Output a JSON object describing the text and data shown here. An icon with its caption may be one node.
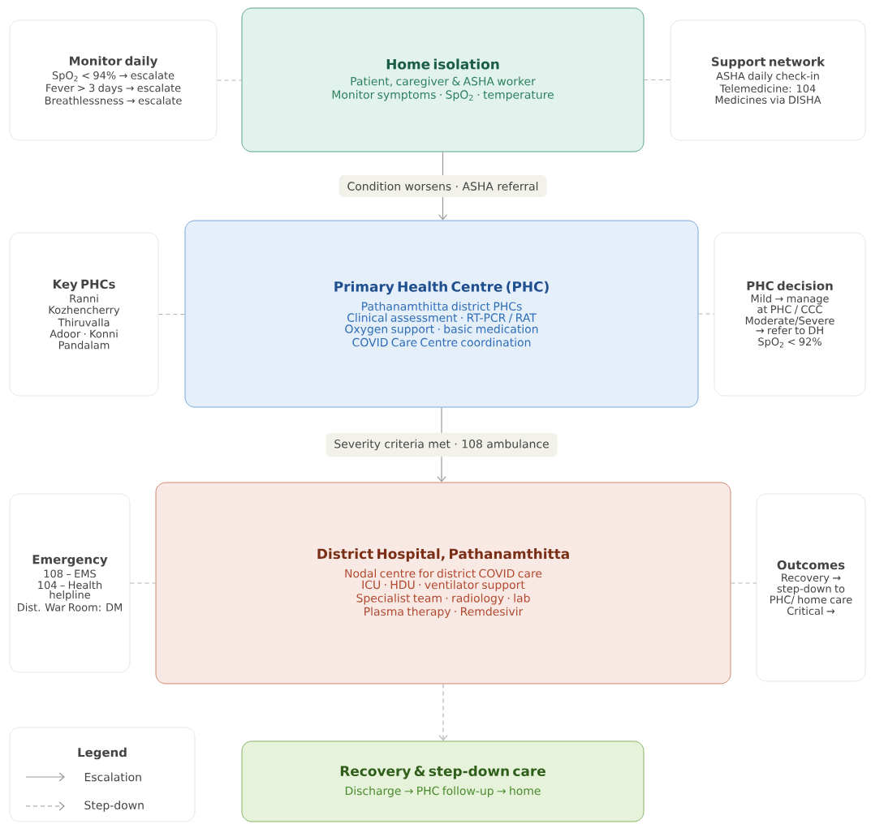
{
  "diagram": {
    "nodes": [
      {
        "text": [
          "Monitor daily",
          "SpO$_{2}$ < 94% → escalate",
          "Fever > 3 days → escalate",
          "Breathlessness → escalate"
        ]
      },
      {
        "text": [
          "Home isolation",
          "Patient, caregiver & ASHA worker",
          "Monitor symptoms · SpO$_{2}$ · temperature"
        ]
      },
      {
        "text": [
          "Support network",
          "ASHA daily check-in",
          "Telemedicine: 104",
          "Medicines via DISHA"
        ]
      },
      {
        "text": [
          "Key PHCs",
          "Ranni",
          "Kozhencherry",
          "Thiruvalla",
          "Adoor · Konni",
          "Pandalam"
        ]
      },
      {
        "text": [
          "Primary Health Centre (PHC)",
          "Pathanamthitta district PHCs",
          "Clinical assessment · RT-PCR / RAT",
          "Oxygen support · basic medication",
          "COVID Care Centre coordination"
        ]
      },
      {
        "text": [
          "PHC decision",
          "Mild → manage at PHC / CCC",
          "Moderate/Severe → refer to DH",
          "SpO$_{2}$ < 92%"
        ]
      },
      {
        "text": [
          "Emergency",
          "108 – EMS",
          "104 – Health helpline",
          "Dist. War Room: DM"
        ]
      },
      {
        "text": [
          "District Hospital, Pathanamthitta",
          "Nodal centre for district COVID care",
          "ICU · HDU · ventilator support",
          "Specialist team · radiology · lab",
          "Plasma therapy · Remdesivir"
        ]
      },
      {
        "text": [
          "Outcomes",
          "Recovery → step-down to PHC/ home care",
          "Critical →"
        ]
      },
      {
        "text": [
          "Recovery & step-down care",
          "Discharge → PHC follow-up → home"
        ]
      }
    ],
    "edges": [
      {
        "from": 1,
        "to": 4,
        "arrow": "to",
        "label": "Condition worsens · ASHA referral"
      },
      {
        "from": 4,
        "to": 7,
        "arrow": "to",
        "label": "Severity criteria met · 108 ambulance"
      },
      {
        "from": 0,
        "to": 1,
        "arrow": "none",
        "style": "dashed"
      },
      {
        "from": 1,
        "to": 2,
        "arrow": "none",
        "style": "dashed"
      },
      {
        "from": 3,
        "to": 4,
        "arrow": "none",
        "style": "dashed"
      },
      {
        "from": 4,
        "to": 5,
        "arrow": "none",
        "style": "dashed"
      },
      {
        "from": 6,
        "to": 7,
        "arrow": "none",
        "style": "dashed"
      },
      {
        "from": 7,
        "to": 8,
        "arrow": "none",
        "style": "dashed"
      },
      {
        "from": 7,
        "to": 9,
        "arrow": "to",
        "style": "dashed"
      }
    ],
    "labels": [
      "Legend"
    ],
    "legend": [
      {
        "text": "Escalation"
      },
      {
        "text": "Step-down"
      }
    ]
  }
}
